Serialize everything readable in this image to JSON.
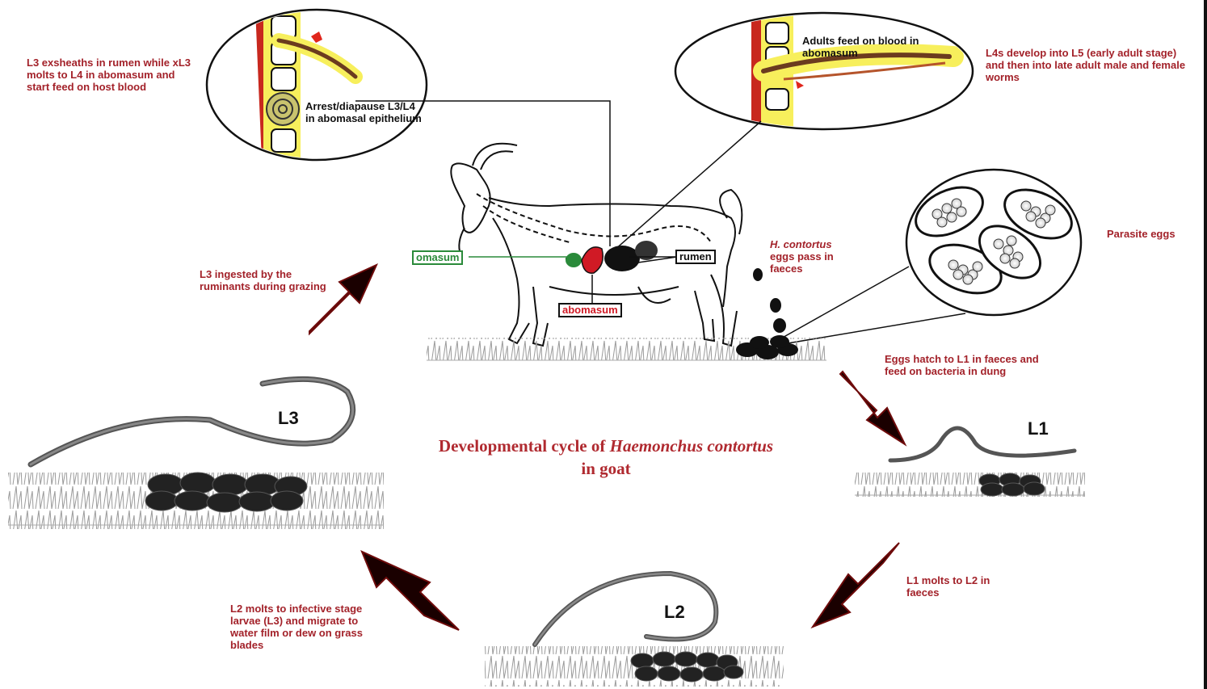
{
  "title": {
    "prefix": "Developmental cycle of ",
    "species": "Haemonchus contortus",
    "suffix": "in goat"
  },
  "labels": {
    "l3_exsheath": "L3 exsheaths in rumen while xL3 molts to L4 in abomasum and start feed on host blood",
    "arrest": "Arrest/diapause L3/L4 in abomasal epithelium",
    "adults_feed": "Adults feed on blood in abomasum",
    "l4_develop": "L4s develop into L5 (early adult stage) and then into late adult male and female worms",
    "eggs_pass_species": "H. contortus",
    "eggs_pass_rest": "eggs pass in faeces",
    "parasite_eggs": "Parasite eggs",
    "eggs_hatch": "Eggs hatch to L1 in faeces and feed on bacteria in dung",
    "l1_molts": "L1 molts to L2 in faeces",
    "l2_molts": "L2 molts to infective stage larvae (L3) and migrate to water film or dew on grass blades",
    "l3_ingested": "L3 ingested by the ruminants during grazing"
  },
  "organs": {
    "omasum": "omasum",
    "rumen": "rumen",
    "abomasum": "abomasum"
  },
  "stages": {
    "l1": "L1",
    "l2": "L2",
    "l3": "L3"
  },
  "colors": {
    "label_red": "#a3222a",
    "arrow_dark": "#1a0000",
    "arrow_red": "#6e0b0b",
    "omasum_green": "#2a8a3a",
    "abomasum_red": "#d01a25",
    "tissue_yellow": "#f4ec4a"
  }
}
